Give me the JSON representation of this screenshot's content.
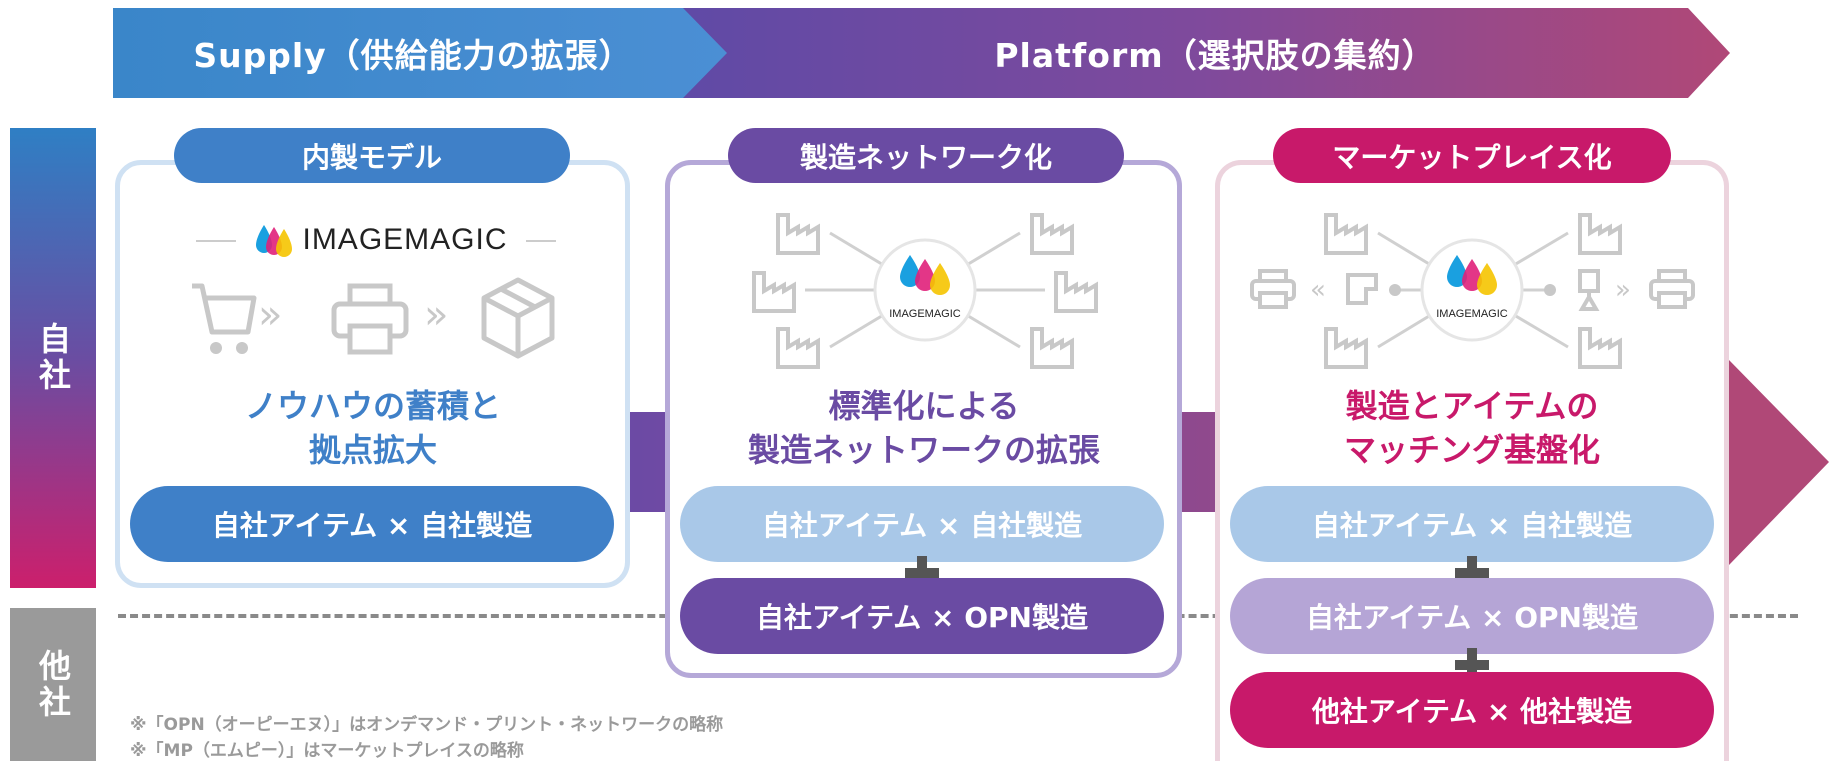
{
  "banner": {
    "supply_label": "Supply（供給能力の拡張）",
    "platform_label": "Platform（選択肢の集約）"
  },
  "side_labels": {
    "own": "自社",
    "other": "他社"
  },
  "panels": [
    {
      "header": "内製モデル",
      "logo_text": "IMAGEMAGIC",
      "headline_1": "ノウハウの蓄積と",
      "headline_2": "拠点拡大",
      "combos": [
        "自社アイテム × 自社製造"
      ]
    },
    {
      "header": "製造ネットワーク化",
      "logo_text": "IMAGEMAGIC",
      "headline_1": "標準化による",
      "headline_2": "製造ネットワークの拡張",
      "combos": [
        "自社アイテム × 自社製造",
        "自社アイテム × OPN製造"
      ]
    },
    {
      "header": "マーケットプレイス化",
      "logo_text": "IMAGEMAGIC",
      "headline_1": "製造とアイテムの",
      "headline_2": "マッチング基盤化",
      "combos": [
        "自社アイテム × 自社製造",
        "自社アイテム × OPN製造",
        "他社アイテム × 他社製造"
      ]
    }
  ],
  "notes": [
    "※「OPN（オーピーエヌ）」はオンデマンド・プリント・ネットワークの略称",
    "※「MP（エムピー）」はマーケットプレイスの略称"
  ],
  "colors": {
    "blue": "#3f80c8",
    "light_blue": "#a9c8e8",
    "purple": "#6a4ba3",
    "light_purple": "#b5a5d6",
    "magenta": "#c8196a",
    "pink_border": "#ecd3dd",
    "gray": "#9a9a9a"
  }
}
